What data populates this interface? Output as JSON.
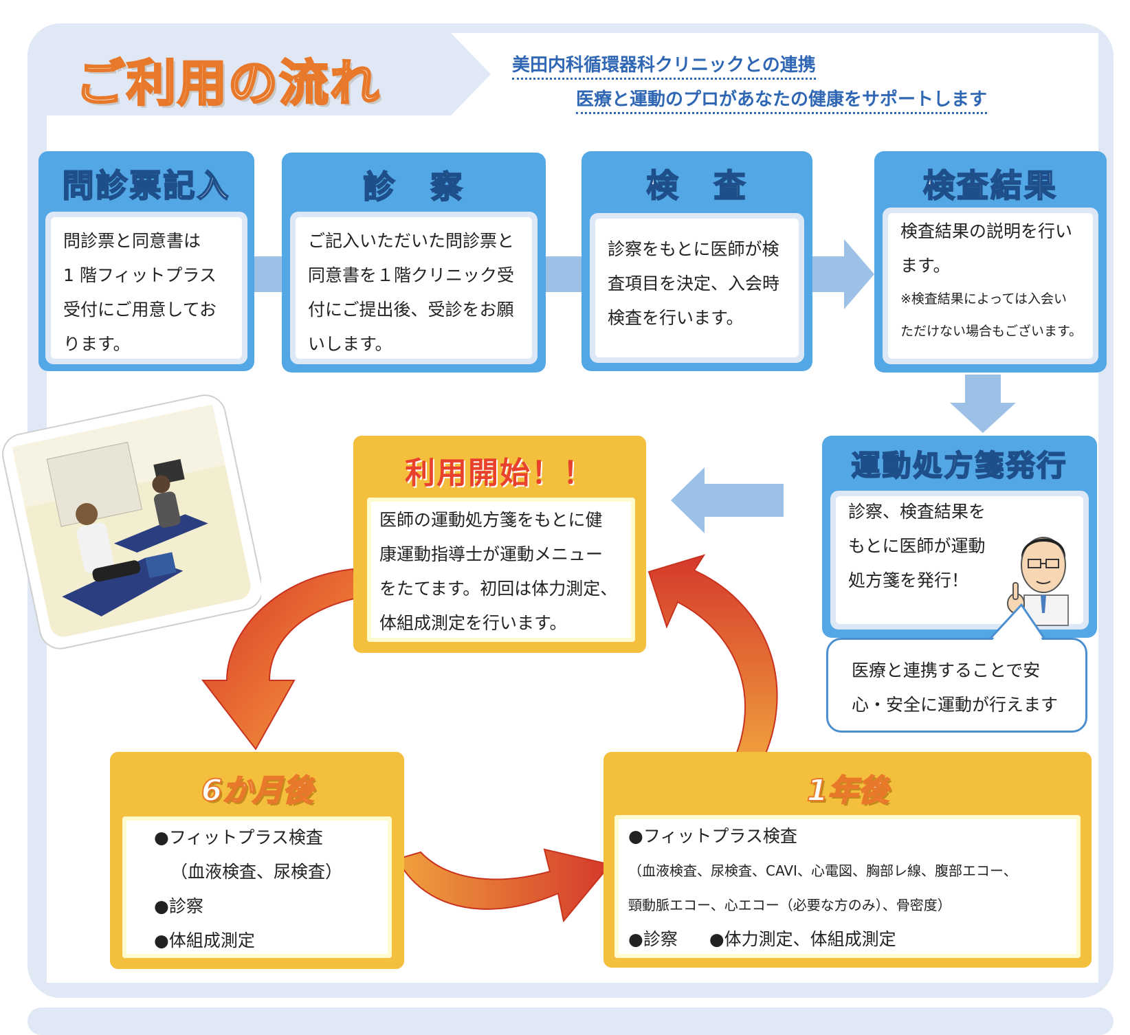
{
  "header": {
    "title": "ご利用の流れ",
    "subtitle1": "美田内科循環器科クリニックとの連携",
    "subtitle2": "医療と運動のプロがあなたの健康をサポートします"
  },
  "steps": [
    {
      "title": "問診票記入",
      "lines": [
        "問診票と同意書は",
        "1 階フィットプラス",
        "受付にご用意してお",
        "ります。"
      ]
    },
    {
      "title": "診　察",
      "lines": [
        "ご記入いただいた問診票と",
        "同意書を１階クリニック受",
        "付にご提出後、受診をお願",
        "いします。"
      ]
    },
    {
      "title": "検　査",
      "lines": [
        "診察をもとに医師が検",
        "査項目を決定、入会時",
        "検査を行います。"
      ]
    },
    {
      "title": "検査結果",
      "lines": [
        "検査結果の説明を行い",
        "ます。"
      ],
      "note_lines": [
        "※検査結果によっては入会い",
        "ただけない場合もございます。"
      ]
    }
  ],
  "prescription": {
    "title": "運動処方箋発行",
    "lines": [
      "診察、検査結果を",
      "もとに医師が運動",
      "処方箋を発行！"
    ]
  },
  "bubble": {
    "lines": [
      "医療と連携することで安",
      "心・安全に運動が行えます"
    ]
  },
  "start": {
    "title": "利用開始！！",
    "lines": [
      "医師の運動処方箋をもとに健",
      "康運動指導士が運動メニュー",
      "をたてます。初回は体力測定、",
      "体組成測定を行います。"
    ]
  },
  "six_months": {
    "title": "6か月後",
    "lines": [
      "●フィットプラス検査",
      "（血液検査、尿検査）",
      "●診察",
      "●体組成測定"
    ]
  },
  "one_year": {
    "title": "1年後",
    "line1": "●フィットプラス検査",
    "line2": "（血液検査、尿検査、CAVI、心電図、胸部レ線、腹部エコー、",
    "line3": "頸動脈エコー、心エコー（必要な方のみ）、骨密度）",
    "line4a": "●診察",
    "line4b": "●体力測定、体組成測定"
  },
  "colors": {
    "blue_box": "#53a7e4",
    "orange_box": "#f4bf3d",
    "title_accent": "#e9792a",
    "arrow_red": "#d5392b",
    "arrow_orange": "#f0a13e",
    "connector_blue": "#9cc0e6",
    "subtitle_blue": "#2f67b4"
  }
}
